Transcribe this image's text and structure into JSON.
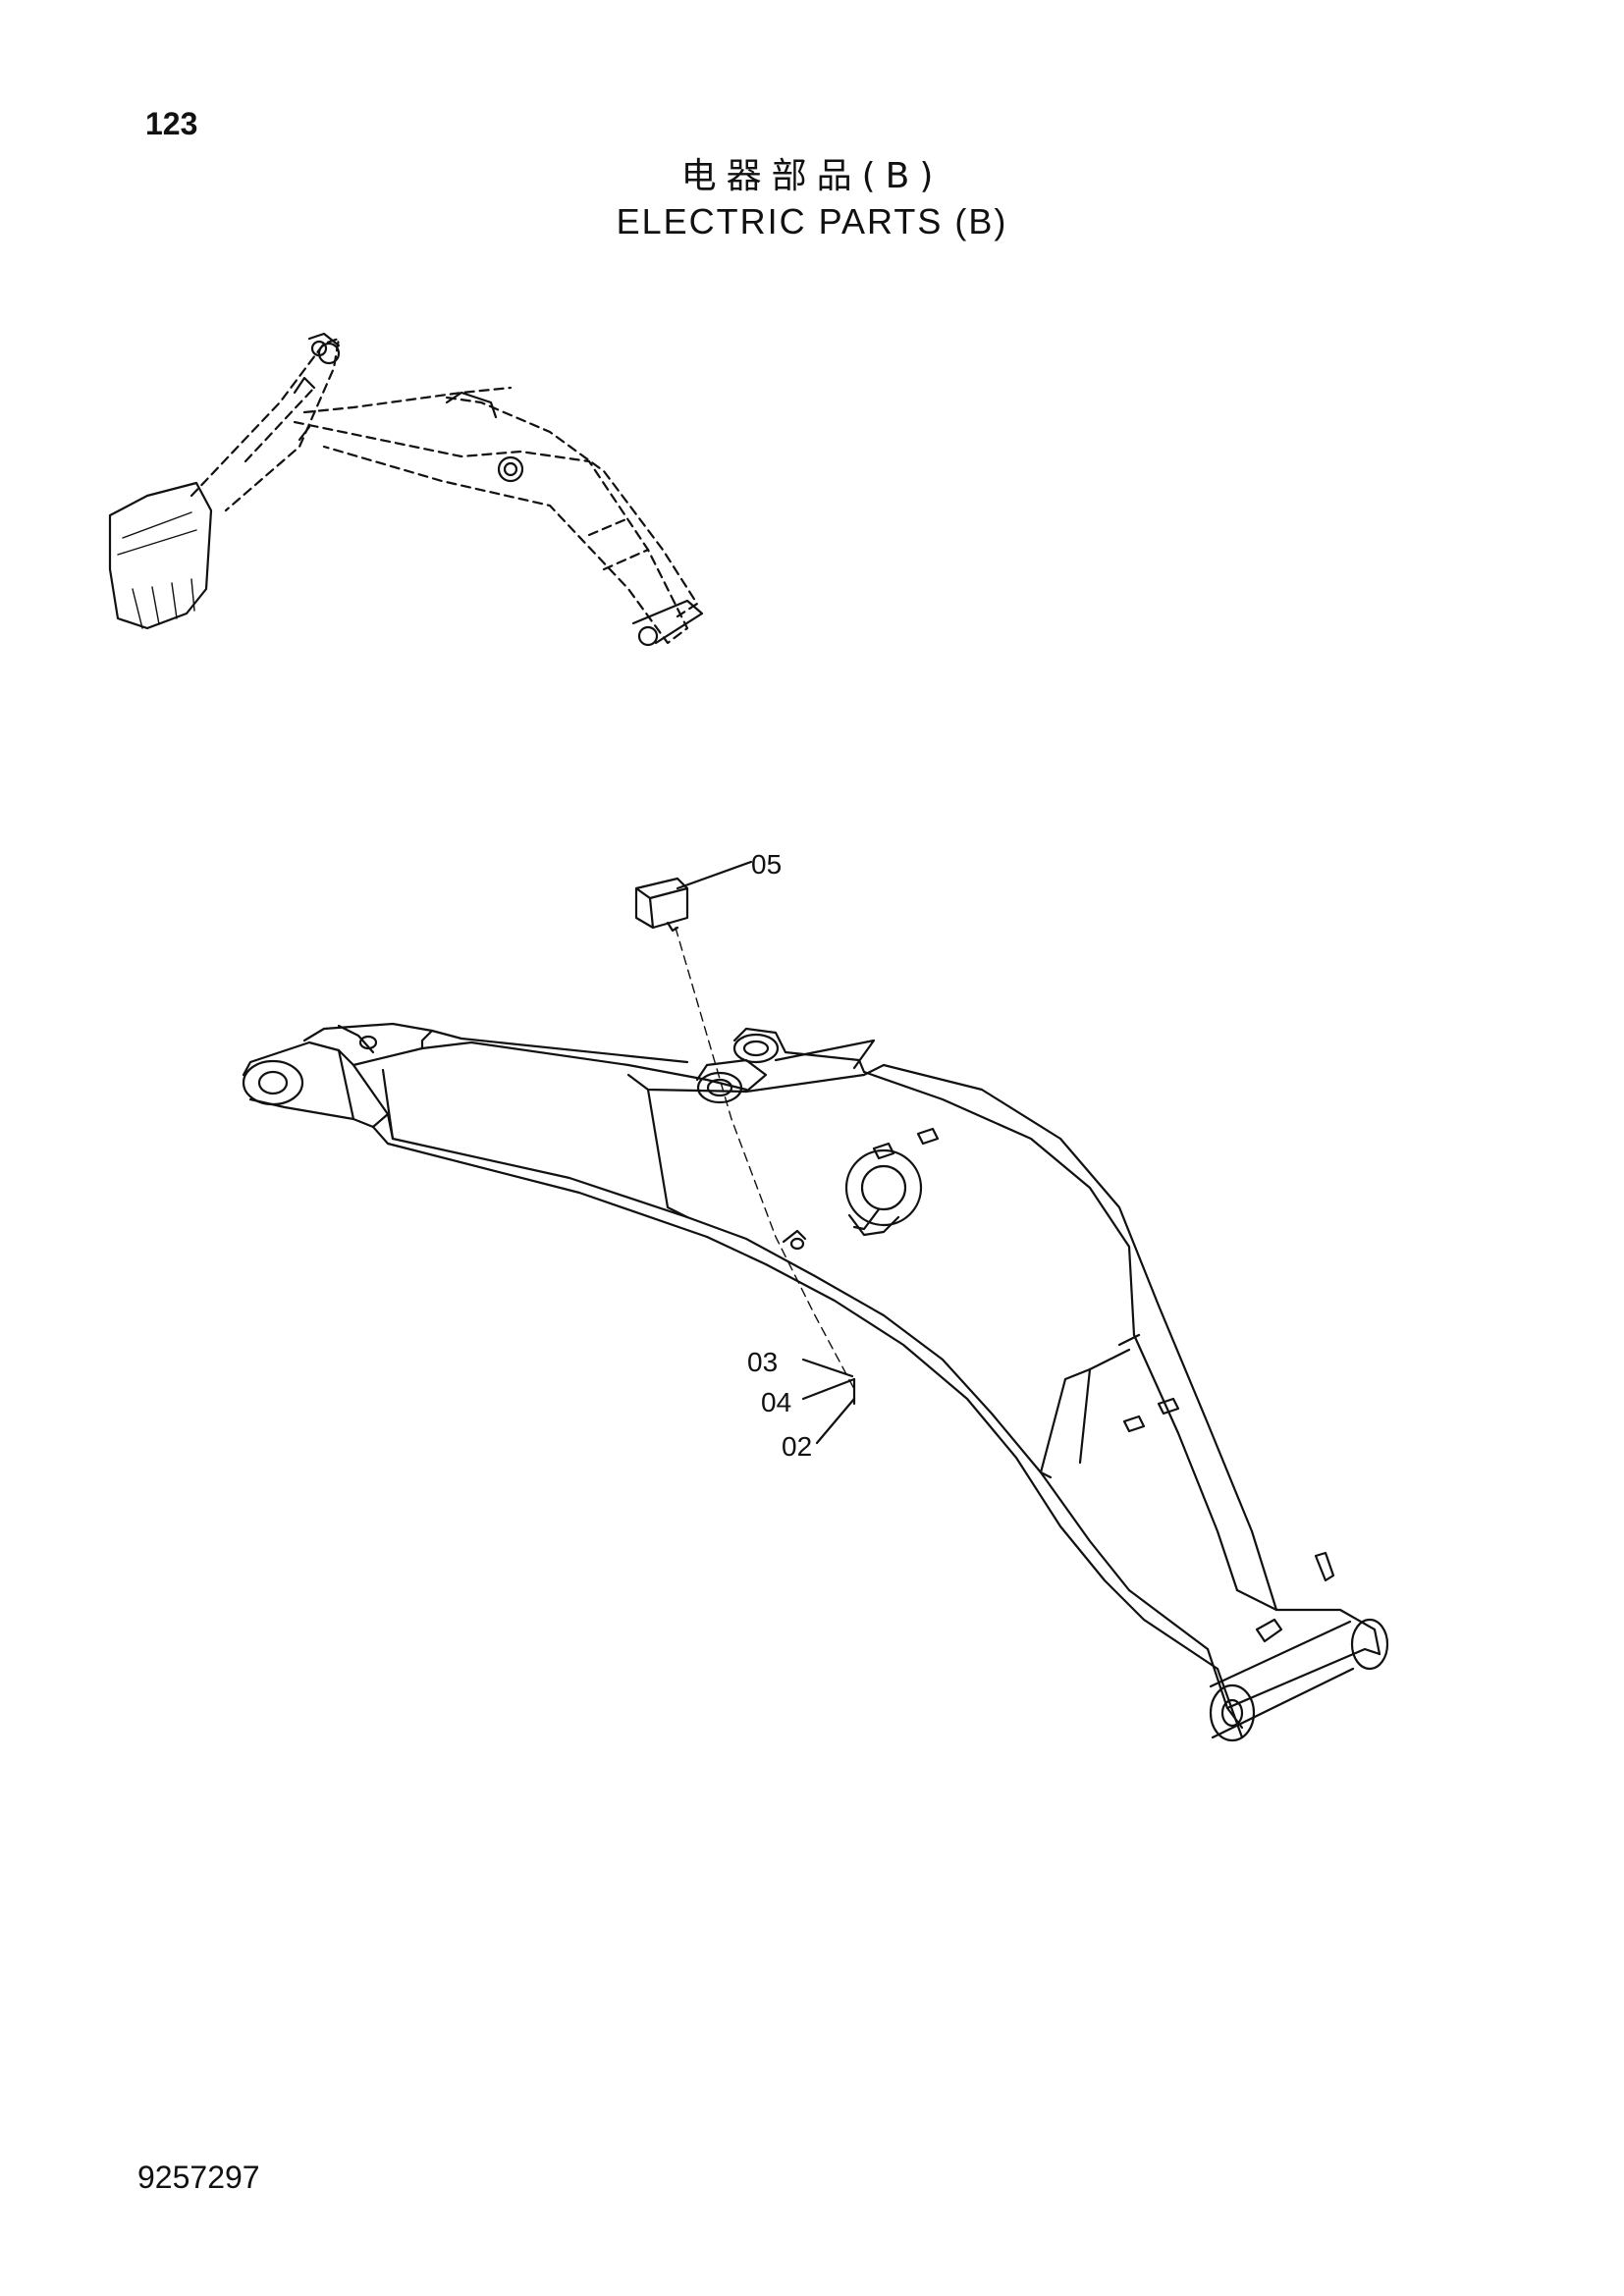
{
  "page": {
    "page_number": "123",
    "title_cn": "电器部品(B)",
    "title_en": "ELECTRIC PARTS (B)",
    "document_number": "9257297"
  },
  "callouts": [
    {
      "id": "c05",
      "label": "05"
    },
    {
      "id": "c03",
      "label": "03"
    },
    {
      "id": "c04",
      "label": "04"
    },
    {
      "id": "c02",
      "label": "02"
    }
  ],
  "colors": {
    "line": "#111111",
    "background": "#ffffff"
  }
}
